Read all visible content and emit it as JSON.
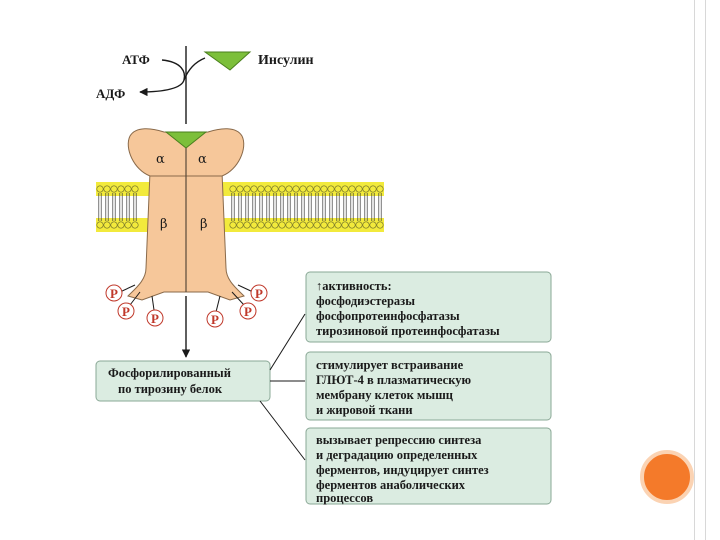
{
  "labels": {
    "atp": "АТФ",
    "adp": "АДФ",
    "insulin": "Инсулин",
    "alpha": "α",
    "beta": "β",
    "phospho": "P"
  },
  "boxes": {
    "phosphorylated": [
      "Фосфорилированный",
      "по тирозину белок"
    ],
    "activity": [
      "↑активность:",
      "фосфодиэстеразы",
      "фосфопротеинфосфатазы",
      "тирозиновой протеинфосфатазы"
    ],
    "glut": [
      "стимулирует встраивание",
      "ГЛЮТ-4 в плазматическую",
      "мембрану клеток мышц",
      "и жировой ткани"
    ],
    "repression": [
      "вызывает репрессию синтеза",
      "и деградацию определенных",
      "ферментов, индуцирует синтез",
      "ферментов анаболических",
      "процессов"
    ]
  },
  "colors": {
    "insulin_green": "#7cbf3a",
    "receptor_fill": "#f6c79a",
    "membrane_yellow": "#f2ea3c",
    "box_fill": "#dbece1",
    "phospho_red": "#c0392b",
    "accent": "#f47a2a"
  }
}
